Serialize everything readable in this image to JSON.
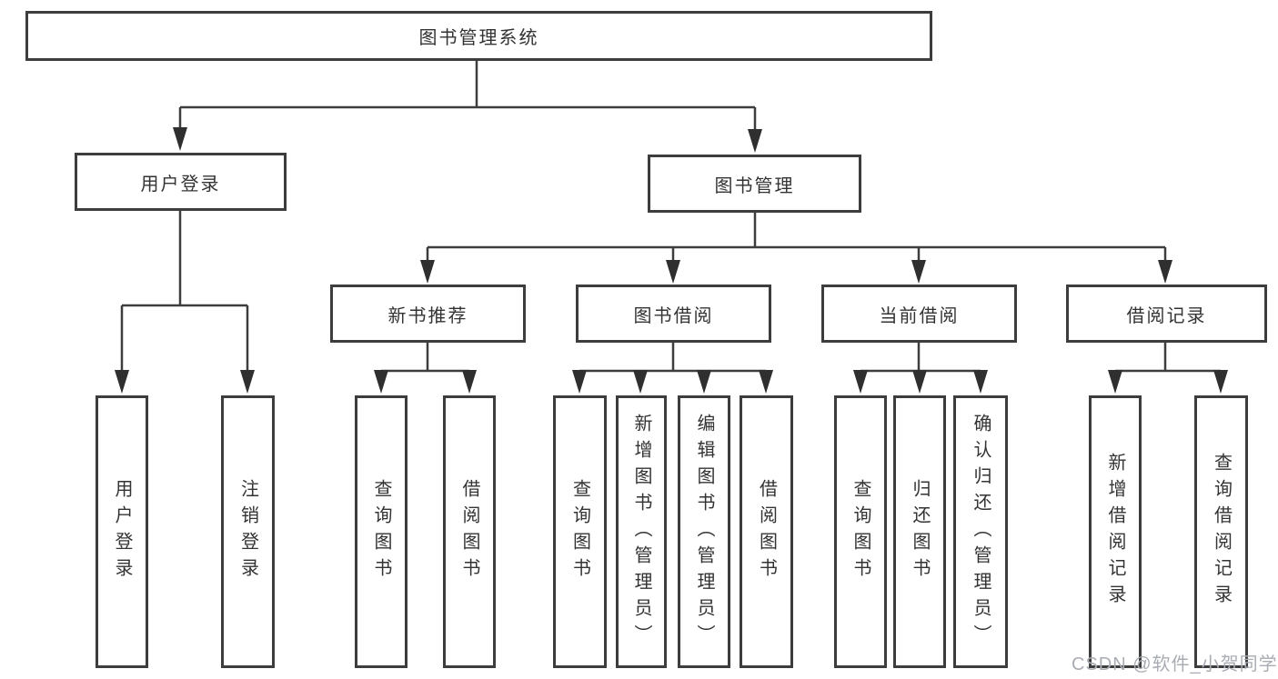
{
  "diagram": {
    "title": {
      "label": "图书管理系统"
    },
    "level2": [
      {
        "label": "用户登录",
        "parent": "图书管理系统"
      },
      {
        "label": "图书管理",
        "parent": "图书管理系统"
      }
    ],
    "level3": [
      {
        "label": "新书推荐",
        "parent": "图书管理"
      },
      {
        "label": "图书借阅",
        "parent": "图书管理"
      },
      {
        "label": "当前借阅",
        "parent": "图书管理"
      },
      {
        "label": "借阅记录",
        "parent": "图书管理"
      }
    ],
    "leaves": [
      {
        "label": "用户登录",
        "parent": "用户登录"
      },
      {
        "label": "注销登录",
        "parent": "用户登录"
      },
      {
        "label": "查询图书",
        "parent": "新书推荐"
      },
      {
        "label": "借阅图书",
        "parent": "新书推荐"
      },
      {
        "label": "查询图书",
        "parent": "图书借阅"
      },
      {
        "label": "新增图书（管理员）",
        "parent": "图书借阅"
      },
      {
        "label": "编辑图书（管理员）",
        "parent": "图书借阅"
      },
      {
        "label": "借阅图书",
        "parent": "图书借阅"
      },
      {
        "label": "查询图书",
        "parent": "当前借阅"
      },
      {
        "label": "归还图书",
        "parent": "当前借阅"
      },
      {
        "label": "确认归还（管理员）",
        "parent": "当前借阅"
      },
      {
        "label": "新增借阅记录",
        "parent": "借阅记录"
      },
      {
        "label": "查询借阅记录",
        "parent": "借阅记录"
      }
    ],
    "watermark": {
      "label": "CSDN @软件_小贺同学"
    },
    "colors": {
      "line": "#3d3d3d",
      "arrow": "#2f2f2f",
      "text": "#333333",
      "background": "#ffffff",
      "watermark": "#a9adb3"
    }
  }
}
